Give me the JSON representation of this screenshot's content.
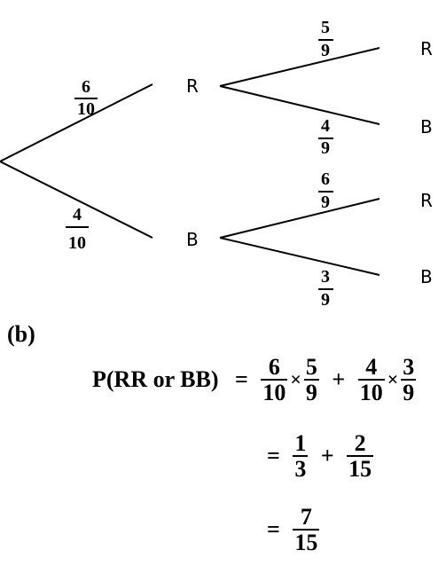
{
  "tree": {
    "level1": {
      "R": {
        "label": "R",
        "prob": {
          "num": "6",
          "den": "10"
        }
      },
      "B": {
        "label": "B",
        "prob": {
          "num": "4",
          "den": "10"
        }
      }
    },
    "level2": {
      "RR": {
        "label": "R",
        "prob": {
          "num": "5",
          "den": "9"
        }
      },
      "RB": {
        "label": "B",
        "prob": {
          "num": "4",
          "den": "9"
        }
      },
      "BR": {
        "label": "R",
        "prob": {
          "num": "6",
          "den": "9"
        }
      },
      "BB": {
        "label": "B",
        "prob": {
          "num": "3",
          "den": "9"
        }
      }
    }
  },
  "part_b": {
    "label": "(b)",
    "lhs": "P(RR or BB)",
    "eq": "=",
    "times": "×",
    "plus": "+",
    "line1": {
      "a_num": "6",
      "a_den": "10",
      "b_num": "5",
      "b_den": "9",
      "c_num": "4",
      "c_den": "10",
      "d_num": "3",
      "d_den": "9"
    },
    "line2": {
      "a_num": "1",
      "a_den": "3",
      "b_num": "2",
      "b_den": "15"
    },
    "line3": {
      "num": "7",
      "den": "15"
    }
  }
}
